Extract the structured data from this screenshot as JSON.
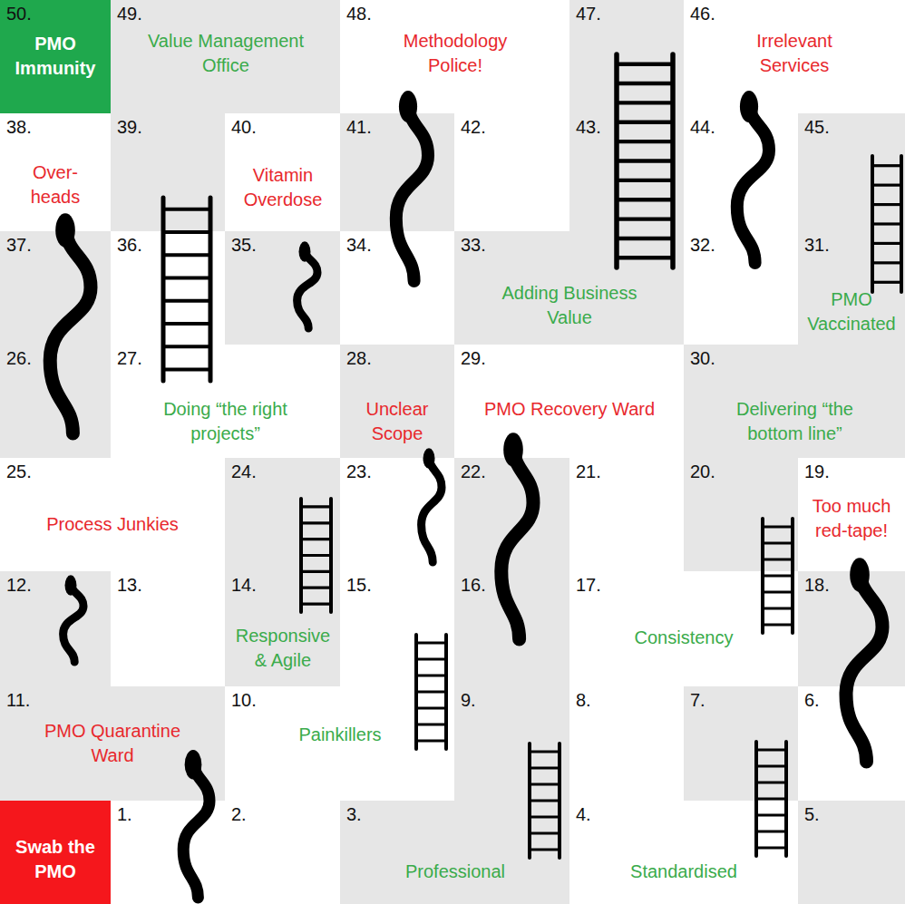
{
  "diagram": {
    "nodes": [
      {
        "text": [
          "50.",
          "PMO Immunity"
        ]
      },
      {
        "text": [
          "49.",
          "Value Management Office"
        ]
      },
      {
        "text": [
          "48.",
          "Methodology Police!"
        ]
      },
      {
        "text": [
          "47."
        ]
      },
      {
        "text": [
          "46.",
          "Irrelevant Services"
        ]
      },
      {
        "text": [
          "38.",
          "Over-heads"
        ]
      },
      {
        "text": [
          "39."
        ]
      },
      {
        "text": [
          "40.",
          "Vitamin Overdose"
        ]
      },
      {
        "text": [
          "41."
        ]
      },
      {
        "text": [
          "42."
        ]
      },
      {
        "text": [
          "43."
        ]
      },
      {
        "text": [
          "44."
        ]
      },
      {
        "text": [
          "45."
        ]
      },
      {
        "text": [
          "37."
        ]
      },
      {
        "text": [
          "36."
        ]
      },
      {
        "text": [
          "35."
        ]
      },
      {
        "text": [
          "34."
        ]
      },
      {
        "text": [
          "33.",
          "Adding Business Value"
        ]
      },
      {
        "text": [
          "32."
        ]
      },
      {
        "text": [
          "31.",
          "PMO Vaccinated"
        ]
      },
      {
        "text": [
          "26."
        ]
      },
      {
        "text": [
          "27.",
          "Doing “the right projects”"
        ]
      },
      {
        "text": [
          "28.",
          "Unclear Scope"
        ]
      },
      {
        "text": [
          "29.",
          "PMO Recovery Ward"
        ]
      },
      {
        "text": [
          "30.",
          "Delivering “the bottom line”"
        ]
      },
      {
        "text": [
          "25.",
          "Process Junkies"
        ]
      },
      {
        "text": [
          "24."
        ]
      },
      {
        "text": [
          "23."
        ]
      },
      {
        "text": [
          "22."
        ]
      },
      {
        "text": [
          "21."
        ]
      },
      {
        "text": [
          "20."
        ]
      },
      {
        "text": [
          "19.",
          "Too much red-tape!"
        ]
      },
      {
        "text": [
          "12."
        ]
      },
      {
        "text": [
          "13."
        ]
      },
      {
        "text": [
          "14.",
          "Responsive & Agile"
        ]
      },
      {
        "text": [
          "15."
        ]
      },
      {
        "text": [
          "16."
        ]
      },
      {
        "text": [
          "17.",
          "Consistency"
        ]
      },
      {
        "text": [
          "18."
        ]
      },
      {
        "text": [
          "11.",
          "PMO Quarantine Ward"
        ]
      },
      {
        "text": [
          "10.",
          "Painkillers"
        ]
      },
      {
        "text": [
          "9."
        ]
      },
      {
        "text": [
          "8."
        ]
      },
      {
        "text": [
          "7."
        ]
      },
      {
        "text": [
          "6."
        ]
      },
      {
        "text": [
          "Swab the PMO"
        ]
      },
      {
        "text": [
          "1."
        ]
      },
      {
        "text": [
          "2."
        ]
      },
      {
        "text": [
          "3.",
          "Professional"
        ]
      },
      {
        "text": [
          "4.",
          "Standardised"
        ]
      },
      {
        "text": [
          "5."
        ]
      }
    ]
  }
}
